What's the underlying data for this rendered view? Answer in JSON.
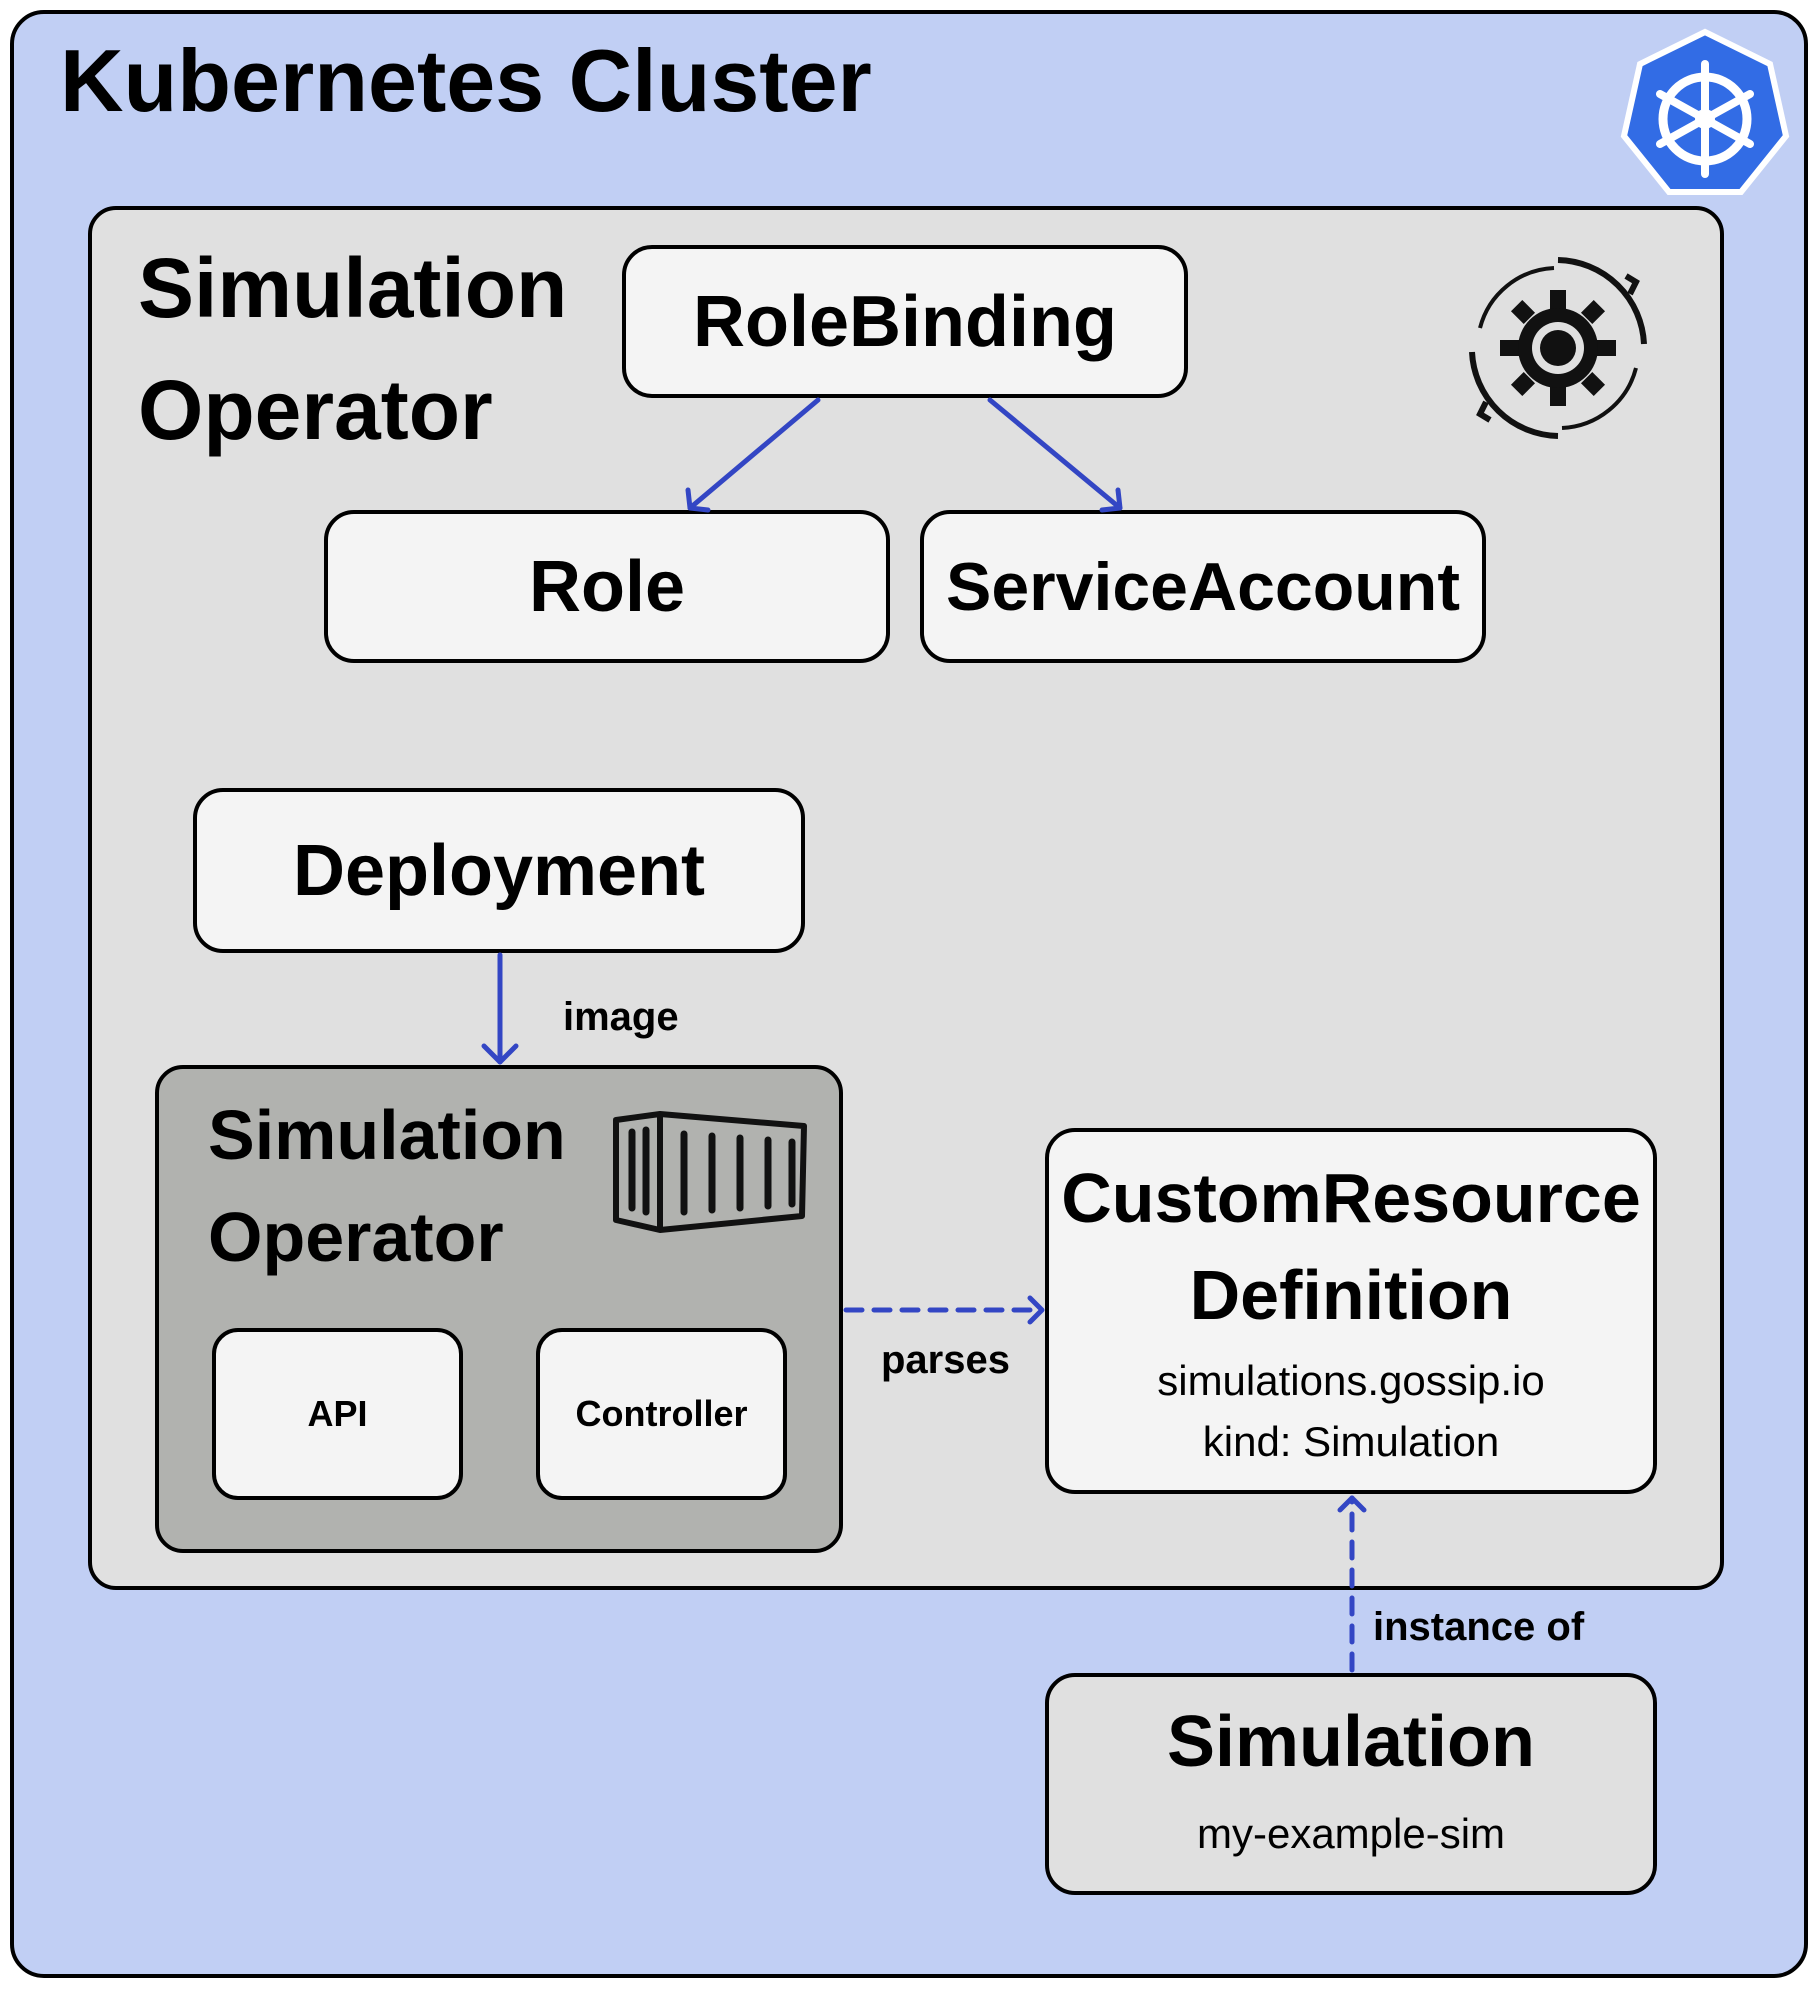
{
  "cluster": {
    "title": "Kubernetes Cluster",
    "logo_icon": "kubernetes-helm-icon",
    "accent": "#326ce5"
  },
  "operator": {
    "title": "Simulation Operator",
    "icon": "gear-sync-icon",
    "rolebinding": "RoleBinding",
    "role": "Role",
    "serviceaccount": "ServiceAccount",
    "deployment": "Deployment",
    "edge_image": "image",
    "container": {
      "title": "Simulation Operator",
      "icon": "shipping-container-icon",
      "api": "API",
      "controller": "Controller"
    }
  },
  "crd": {
    "title": "CustomResource Definition",
    "group": "simulations.gossip.io",
    "kind": "kind: Simulation"
  },
  "edge_parses": "parses",
  "edge_instance": "instance of",
  "simulation": {
    "title": "Simulation",
    "name": "my-example-sim"
  },
  "colors": {
    "cluster_bg": "#c1cff4",
    "namespace_bg": "#e0e0e0",
    "container_bg": "#b1b2af",
    "box_bg": "#f4f4f4",
    "arrow": "#3346c4"
  }
}
